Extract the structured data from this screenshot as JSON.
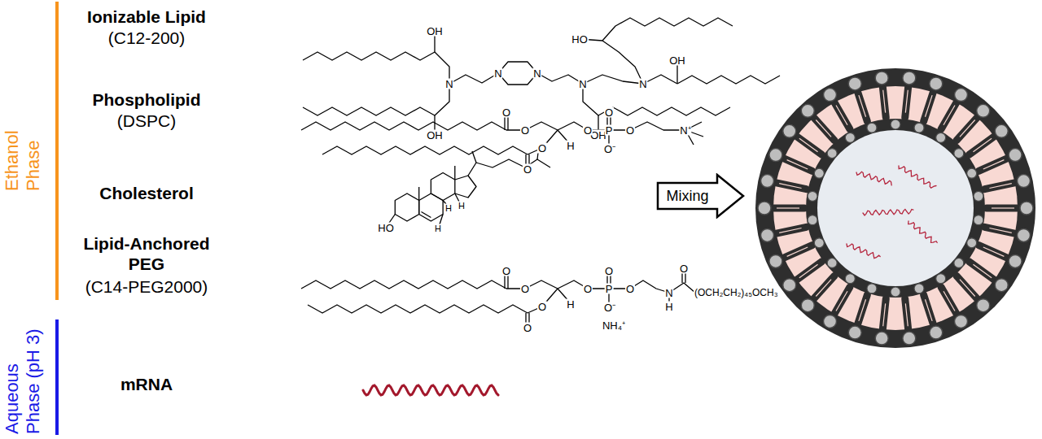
{
  "diagram": {
    "nodes": [
      {
        "text": [
          "Mixing"
        ]
      }
    ],
    "labels": [
      "Ethanol Phase",
      "Aqueous Phase (pH 3)",
      "Ionizable Lipid",
      "(C12-200)",
      "Phospholipid",
      "(DSPC)",
      "Cholesterol",
      "Lipid-Anchored PEG",
      "(C14-PEG2000)",
      "mRNA",
      "OH",
      "OH",
      "N",
      "N",
      "N",
      "N",
      "HO",
      "N",
      "OH",
      "OH",
      "O",
      "O",
      "H",
      "O",
      "P",
      "O",
      "O⁻",
      "O",
      "N⁺",
      "O",
      "O",
      "HO",
      "H",
      "H",
      "H",
      "O",
      "O",
      "H",
      "O",
      "P",
      "O",
      "O⁻",
      "NH₄⁺",
      "O",
      "N",
      "H",
      "O",
      "(OCH₂CH₂)₄₅OCH₃",
      "O",
      "O"
    ]
  }
}
